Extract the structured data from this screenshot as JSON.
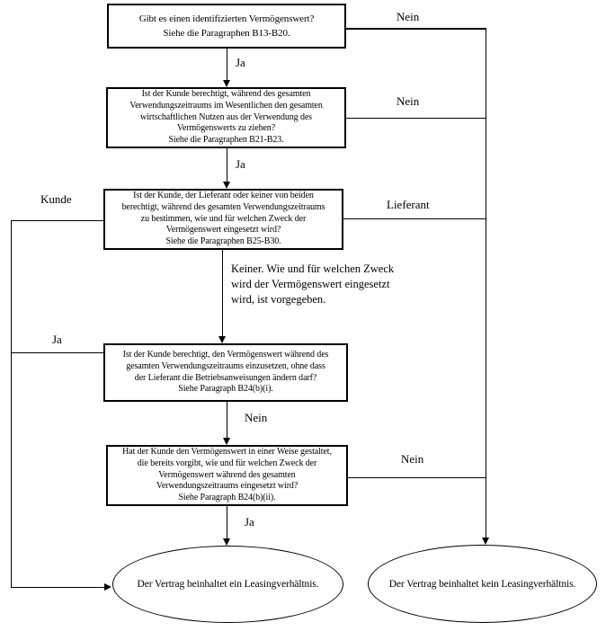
{
  "diagram_type": "flowchart",
  "language": "de",
  "colors": {
    "background": "#ffffff",
    "line": "#000000",
    "text": "#000000"
  },
  "nodes": {
    "q1": {
      "shape": "rect",
      "text": "Gibt es einen identifizierten Vermögenswert?\nSiehe die Paragraphen B13-B20."
    },
    "q2": {
      "shape": "rect",
      "text": "Ist der Kunde berechtigt, während des gesamten\nVerwendungszeitraums im Wesentlichen den gesamten\nwirtschaftlichen Nutzen aus der Verwendung des\nVermögenswerts zu ziehen?\nSiehe die Paragraphen B21-B23."
    },
    "q3": {
      "shape": "rect",
      "text": "Ist der Kunde, der Lieferant oder keiner von beiden\nberechtigt, während des gesamten Verwendungszeitraums\nzu bestimmen, wie und für welchen Zweck der\nVermögenswert eingesetzt wird?\nSiehe die Paragraphen B25-B30."
    },
    "q4": {
      "shape": "rect",
      "text": "Ist der Kunde berechtigt, den Vermögenswert während des\ngesamten Verwendungszeitraums einzusetzen, ohne dass\nder Lieferant die Betriebsanweisungen ändern darf?\nSiehe Paragraph B24(b)(i)."
    },
    "q5": {
      "shape": "rect",
      "text": "Hat der Kunde den Vermögenswert in einer Weise gestaltet,\ndie bereits vorgibt, wie und für welchen Zweck der\nVermögenswert während des gesamten\nVerwendungszeitraums eingesetzt wird?\nSiehe Paragraph B24(b)(ii)."
    },
    "end_lease": {
      "shape": "ellipse",
      "text": "Der Vertrag beinhaltet ein Leasingverhältnis."
    },
    "end_no_lease": {
      "shape": "ellipse",
      "text": "Der Vertrag beinhaltet kein Leasingverhältnis."
    }
  },
  "edge_labels": {
    "q1_no": "Nein",
    "q1_yes": "Ja",
    "q2_no": "Nein",
    "q2_yes": "Ja",
    "q3_supplier": "Lieferant",
    "q3_customer": "Kunde",
    "q3_neither": "Keiner. Wie und für welchen Zweck\nwird der Vermögenswert eingesetzt\nwird, ist vorgegeben.",
    "q4_yes": "Ja",
    "q4_no": "Nein",
    "q5_no": "Nein",
    "q5_yes": "Ja"
  }
}
